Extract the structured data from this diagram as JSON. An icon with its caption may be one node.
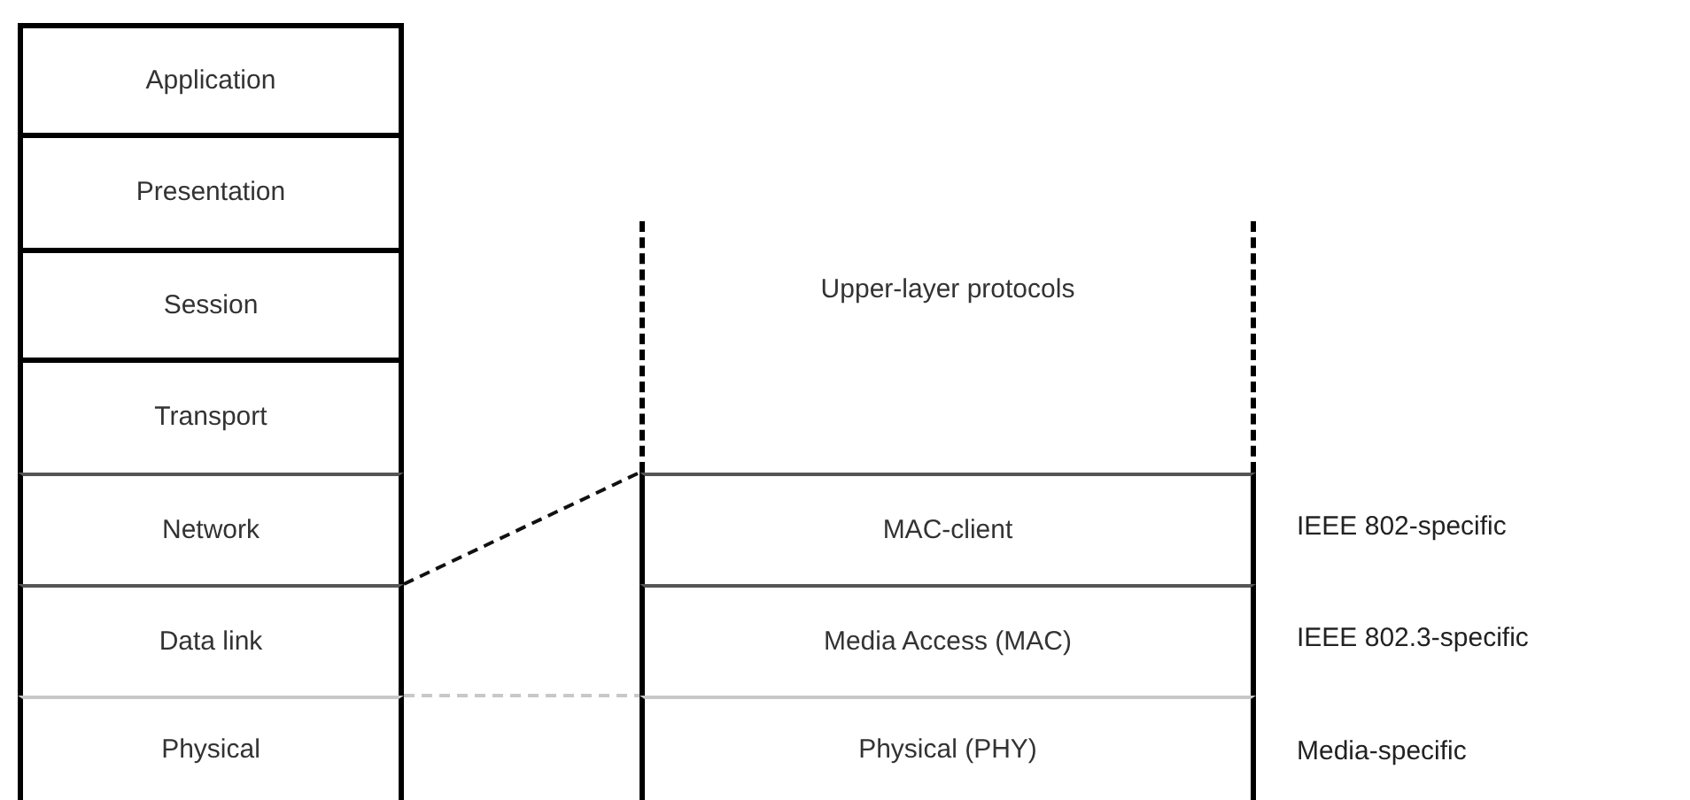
{
  "diagram": {
    "nodes": [
      {
        "text": [
          "Application"
        ]
      },
      {
        "text": [
          "Presentation"
        ]
      },
      {
        "text": [
          "Session"
        ]
      },
      {
        "text": [
          "Transport"
        ]
      },
      {
        "text": [
          "Network"
        ]
      },
      {
        "text": [
          "Data link"
        ]
      },
      {
        "text": [
          "Physical"
        ]
      },
      {
        "text": [
          "Upper-layer protocols"
        ]
      },
      {
        "text": [
          "MAC-client"
        ]
      },
      {
        "text": [
          "Media Access (MAC)"
        ]
      },
      {
        "text": [
          "Physical (PHY)"
        ]
      }
    ],
    "edges": [
      {
        "from": 5,
        "to": 8,
        "arrow": "none",
        "style": "dashed"
      },
      {
        "from": 6,
        "to": 10,
        "arrow": "none",
        "style": "dashed",
        "color": "#c8c8c8"
      }
    ],
    "labels": [
      "IEEE 802-specific",
      "IEEE 802.3-specific",
      "Media-specific"
    ]
  }
}
